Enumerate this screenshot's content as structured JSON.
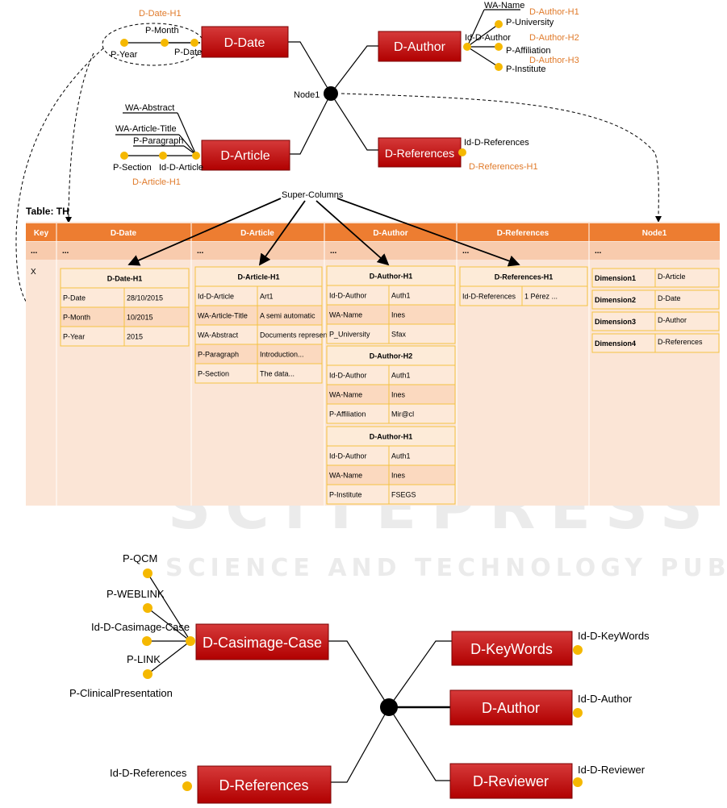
{
  "top_diagram": {
    "node": "Node1",
    "dimensions": {
      "date": "D-Date",
      "author": "D-Author",
      "article": "D-Article",
      "references": "D-References"
    },
    "date_hierarchy_label": "D-Date-H1",
    "date_attrs": [
      "P-Month",
      "P-Year",
      "P-Date"
    ],
    "author_attrs": [
      "WA-Name",
      "Id-D-Author",
      "P-University",
      "P-Affiliation",
      "P-Institute"
    ],
    "author_hierarchy_labels": [
      "D-Author-H1",
      "D-Author-H2",
      "D-Author-H3"
    ],
    "article_attrs": [
      "WA-Abstract",
      "WA-Article-Title",
      "P-Paragraph",
      "P-Section",
      "Id-D-Article"
    ],
    "article_hierarchy_label": "D-Article-H1",
    "references_attr": "Id-D-References",
    "references_hierarchy_label": "D-References-H1"
  },
  "table": {
    "title": "Table: TH",
    "super_columns_label": "Super-Columns",
    "headers": [
      "Key",
      "D-Date",
      "D-Article",
      "D-Author",
      "D-References",
      "Node1"
    ],
    "ellipsis": "...",
    "row_key": "X",
    "date_card": {
      "title": "D-Date-H1",
      "rows": [
        [
          "P-Date",
          "28/10/2015"
        ],
        [
          "P-Month",
          "10/2015"
        ],
        [
          "P-Year",
          "2015"
        ]
      ]
    },
    "article_card": {
      "title": "D-Article-H1",
      "rows": [
        [
          "Id-D-Article",
          "Art1"
        ],
        [
          "WA-Article-Title",
          "A semi automatic"
        ],
        [
          "WA-Abstract",
          "Documents represent ..."
        ],
        [
          "P-Paragraph",
          "Introduction..."
        ],
        [
          "P-Section",
          "The data..."
        ]
      ]
    },
    "author_cards": [
      {
        "title": "D-Author-H1",
        "rows": [
          [
            "Id-D-Author",
            "Auth1"
          ],
          [
            "WA-Name",
            "Ines"
          ],
          [
            "P_University",
            "Sfax"
          ]
        ]
      },
      {
        "title": "D-Author-H2",
        "rows": [
          [
            "Id-D-Author",
            "Auth1"
          ],
          [
            "WA-Name",
            "Ines"
          ],
          [
            "P-Affiliation",
            "Mir@cl"
          ]
        ]
      },
      {
        "title": "D-Author-H1",
        "rows": [
          [
            "Id-D-Author",
            "Auth1"
          ],
          [
            "WA-Name",
            "Ines"
          ],
          [
            "P-Institute",
            "FSEGS"
          ]
        ]
      }
    ],
    "references_card": {
      "title": "D-References-H1",
      "rows": [
        [
          "Id-D-References",
          "1 Pérez ..."
        ]
      ]
    },
    "node_card": {
      "rows": [
        [
          "Dimension1",
          "D-Article"
        ],
        [
          "Dimension2",
          "D-Date"
        ],
        [
          "Dimension3",
          "D-Author"
        ],
        [
          "Dimension4",
          "D-References"
        ]
      ]
    }
  },
  "watermark": {
    "line1": "SCITEPRESS",
    "line2": "SCIENCE AND TECHNOLOGY PUBLICATIONS"
  },
  "bottom_diagram": {
    "dimensions": {
      "casimage": "D-Casimage-Case",
      "keywords": "D-KeyWords",
      "author": "D-Author",
      "reviewer": "D-Reviewer",
      "references": "D-References"
    },
    "casimage_attrs": [
      "P-QCM",
      "P-WEBLINK",
      "Id-D-Casimage-Case",
      "P-LINK",
      "P-ClinicalPresentation"
    ],
    "keywords_attr": "Id-D-KeyWords",
    "author_attr": "Id-D-Author",
    "reviewer_attr": "Id-D-Reviewer",
    "references_attr": "Id-D-References"
  },
  "colors": {
    "dimension_box": "#c00000",
    "dot": "#f5b800",
    "orange_label": "#e07a2a",
    "table_header": "#ed7d31",
    "table_body": "#fbe5d6",
    "card_border": "#f5c242"
  }
}
